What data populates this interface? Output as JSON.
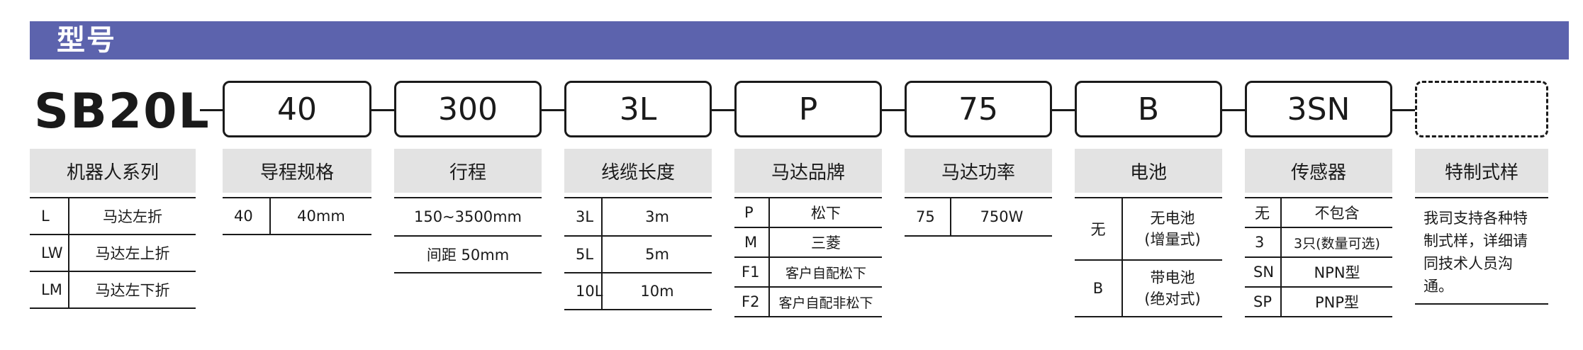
{
  "banner": {
    "title": "型号"
  },
  "model": {
    "prefix": "SB20L",
    "codes": [
      "40",
      "300",
      "3L",
      "P",
      "75",
      "B",
      "3SN",
      ""
    ]
  },
  "columns": {
    "series": {
      "header": "机器人系列",
      "rows": [
        {
          "code": "L",
          "desc": "马达左折"
        },
        {
          "code": "LW",
          "desc": "马达左上折"
        },
        {
          "code": "LM",
          "desc": "马达左下折"
        }
      ]
    },
    "lead": {
      "header": "导程规格",
      "rows": [
        {
          "code": "40",
          "desc": "40mm"
        }
      ]
    },
    "stroke": {
      "header": "行程",
      "rows": [
        {
          "desc": "150~3500mm"
        },
        {
          "desc": "间距 50mm"
        }
      ]
    },
    "cable": {
      "header": "线缆长度",
      "rows": [
        {
          "code": "3L",
          "desc": "3m"
        },
        {
          "code": "5L",
          "desc": "5m"
        },
        {
          "code": "10L",
          "desc": "10m"
        }
      ]
    },
    "motor_brand": {
      "header": "马达品牌",
      "rows": [
        {
          "code": "P",
          "desc": "松下"
        },
        {
          "code": "M",
          "desc": "三菱"
        },
        {
          "code": "F1",
          "desc": "客户自配松下"
        },
        {
          "code": "F2",
          "desc": "客户自配非松下"
        }
      ]
    },
    "motor_power": {
      "header": "马达功率",
      "rows": [
        {
          "code": "75",
          "desc": "750W"
        }
      ]
    },
    "battery": {
      "header": "电池",
      "rows": [
        {
          "code": "无",
          "desc1": "无电池",
          "desc2": "(增量式)"
        },
        {
          "code": "B",
          "desc1": "带电池",
          "desc2": "(绝对式)"
        }
      ]
    },
    "sensor": {
      "header": "传感器",
      "rows": [
        {
          "code": "无",
          "desc": "不包含"
        },
        {
          "code": "3",
          "desc": "3只(数量可选)"
        },
        {
          "code": "SN",
          "desc": "NPN型"
        },
        {
          "code": "SP",
          "desc": "PNP型"
        }
      ]
    },
    "special": {
      "header": "特制式样",
      "note": "我司支持各种特制式样，详细请同技术人员沟通。"
    }
  }
}
